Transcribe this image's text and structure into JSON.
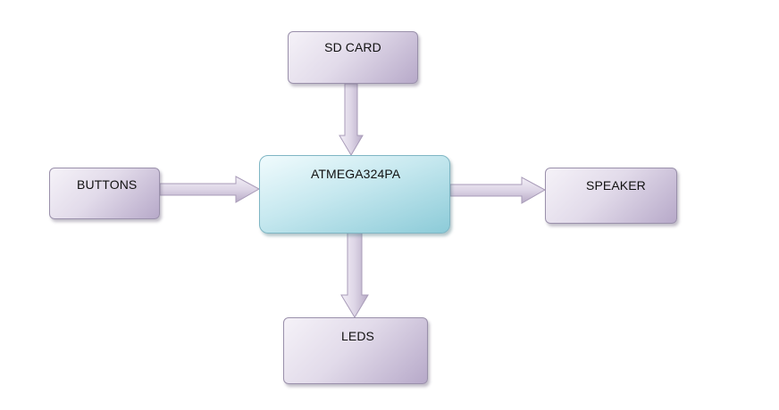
{
  "diagram": {
    "nodes": {
      "sd_card": "SD CARD",
      "buttons": "BUTTONS",
      "mcu": "ATMEGA324PA",
      "speaker": "SPEAKER",
      "leds": "LEDS"
    },
    "edges": [
      {
        "from": "SD CARD",
        "to": "ATMEGA324PA"
      },
      {
        "from": "BUTTONS",
        "to": "ATMEGA324PA"
      },
      {
        "from": "ATMEGA324PA",
        "to": "SPEAKER"
      },
      {
        "from": "ATMEGA324PA",
        "to": "LEDS"
      }
    ],
    "colors": {
      "peripheral_fill": "#d9d1e4",
      "mcu_fill": "#b3dde6",
      "arrow_fill": "#ddd5e6"
    }
  }
}
